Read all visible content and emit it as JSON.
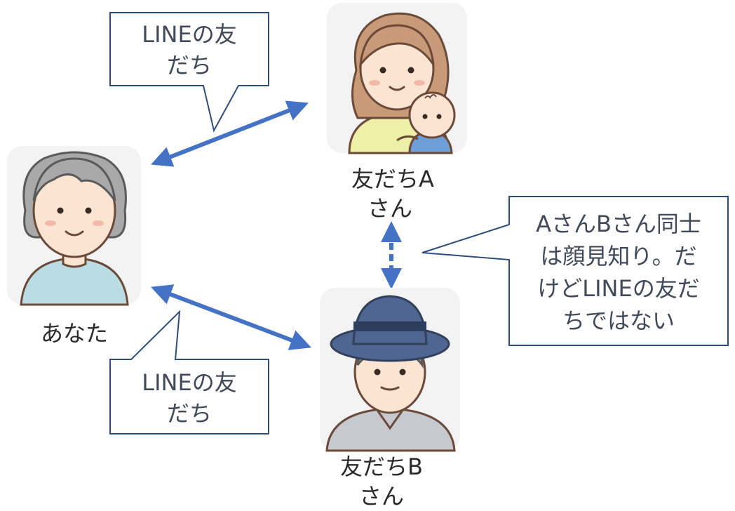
{
  "nodes": {
    "you": {
      "label": "あなた"
    },
    "friend_a": {
      "label_line1": "友だちA",
      "label_line2": "さん"
    },
    "friend_b": {
      "label_line1": "友だちB",
      "label_line2": "さん"
    }
  },
  "callouts": {
    "top": {
      "line1": "LINEの友",
      "line2": "だち"
    },
    "bottom": {
      "line1": "LINEの友",
      "line2": "だち"
    },
    "right": {
      "line1": "AさんBさん同士",
      "line2": "は顔見知り。だ",
      "line3": "けどLINEの友だ",
      "line4": "ちではない"
    }
  },
  "colors": {
    "arrow": "#4472c4",
    "bubble_border": "#2f4d7a",
    "card_bg": "#f3f3f3",
    "outline": "#6b4a3a"
  }
}
